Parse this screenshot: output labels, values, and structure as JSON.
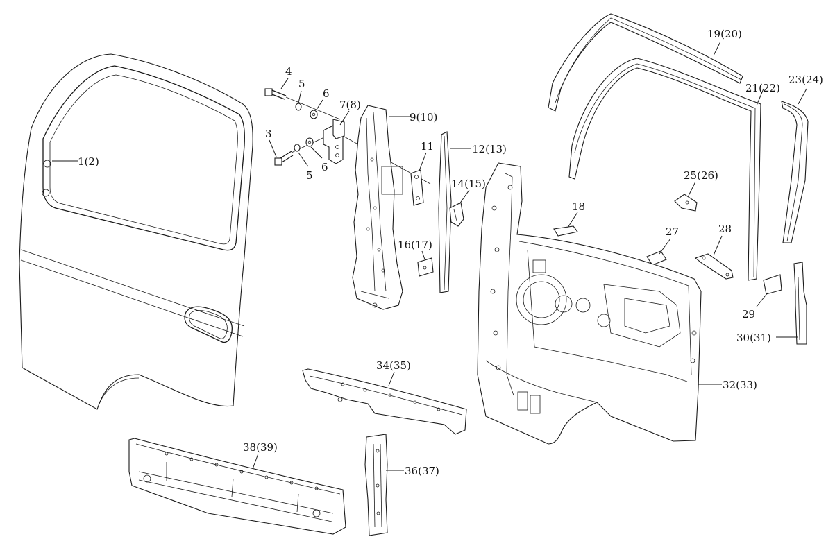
{
  "callouts": {
    "c1": "1(2)",
    "c4": "4",
    "c5a": "5",
    "c6a": "6",
    "c3": "3",
    "c5b": "5",
    "c6b": "6",
    "c7": "7(8)",
    "c9": "9(10)",
    "c11": "11",
    "c12": "12(13)",
    "c14": "14(15)",
    "c16": "16(17)",
    "c18": "18",
    "c19": "19(20)",
    "c21": "21(22)",
    "c23": "23(24)",
    "c25": "25(26)",
    "c27": "27",
    "c28": "28",
    "c29": "29",
    "c30": "30(31)",
    "c32": "32(33)",
    "c34": "34(35)",
    "c36": "36(37)",
    "c38": "38(39)"
  }
}
